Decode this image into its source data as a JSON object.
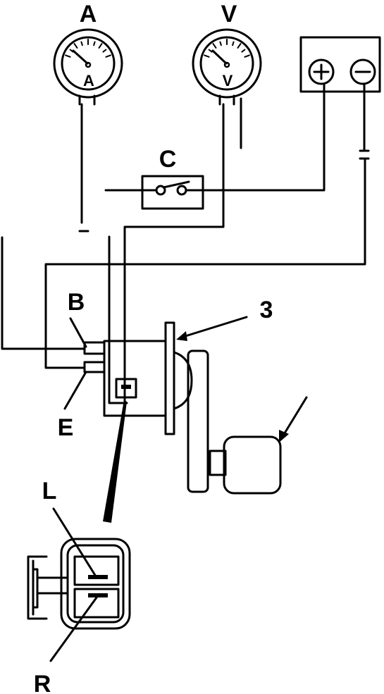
{
  "labels": {
    "ammeter": "A",
    "voltmeter": "V",
    "switch": "C",
    "terminal_b": "B",
    "terminal_e": "E",
    "part_number": "3",
    "terminal_l": "L",
    "terminal_r": "R"
  },
  "meter_glyphs": {
    "ammeter_symbol": "A",
    "voltmeter_symbol": "V"
  },
  "battery": {
    "positive": "+",
    "negative": "−"
  }
}
